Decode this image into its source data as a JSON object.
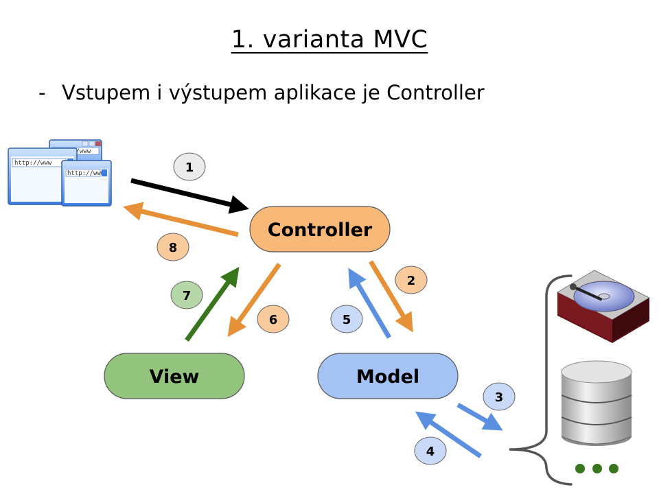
{
  "title": "1. varianta MVC",
  "bullet": {
    "marker": "-",
    "text": "Vstupem i výstupem aplikace je Controller"
  },
  "nodes": {
    "controller": "Controller",
    "view": "View",
    "model": "Model"
  },
  "steps": {
    "s1": "1",
    "s2": "2",
    "s3": "3",
    "s4": "4",
    "s5": "5",
    "s6": "6",
    "s7": "7",
    "s8": "8"
  },
  "browser": {
    "url1": "http://www",
    "url2": "http://www",
    "url3": "http://www"
  },
  "colors": {
    "controller": "#f7b878",
    "view": "#93c47d",
    "model": "#a4c2f4",
    "arrow_black": "#000000",
    "arrow_orange": "#e69138",
    "arrow_green": "#38761d",
    "arrow_blue": "#5b8fe0"
  }
}
